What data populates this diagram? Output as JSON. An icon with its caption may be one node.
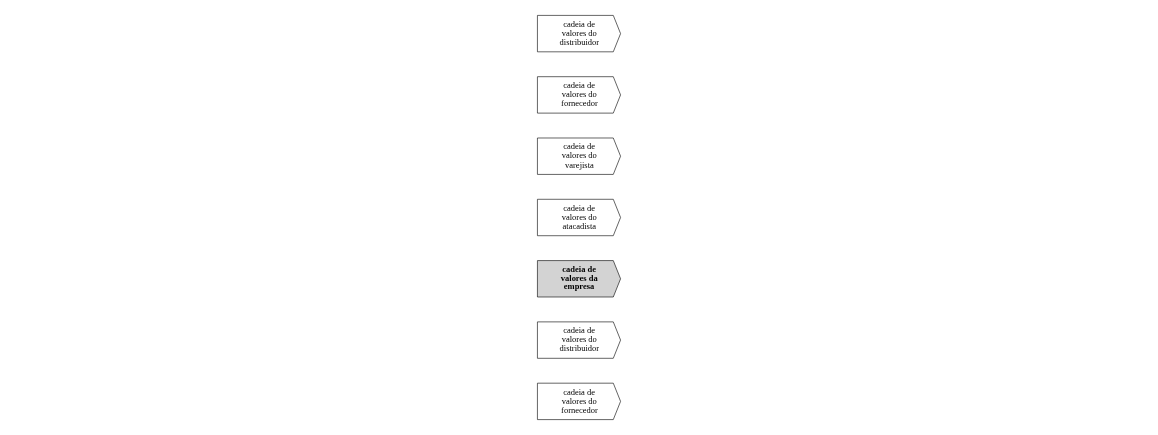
{
  "diagram": {
    "nodes": [
      {
        "text": [
          "cadeia de valores do fornecedor"
        ]
      },
      {
        "text": [
          "cadeia de valores do distribuidor"
        ]
      },
      {
        "text": [
          "cadeia de valores da empresa"
        ]
      },
      {
        "text": [
          "cadeia de valores do atacadista"
        ]
      },
      {
        "text": [
          "cadeia de valores do varejista"
        ]
      },
      {
        "text": [
          "cadeia de valores do fornecedor"
        ]
      },
      {
        "text": [
          "cadeia de valores do distribuidor"
        ]
      }
    ]
  }
}
